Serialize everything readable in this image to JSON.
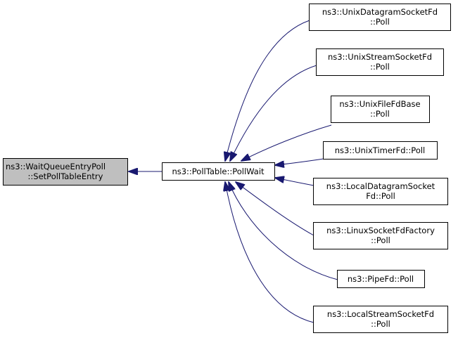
{
  "diagram": {
    "colors": {
      "edge": "#191970",
      "node_border": "#000000",
      "node_fill": "#ffffff",
      "highlight_fill": "#bfbfbf",
      "background": "#ffffff"
    },
    "nodes": {
      "wait_queue": {
        "lines": [
          "ns3::WaitQueueEntryPoll",
          "::SetPollTableEntry"
        ],
        "highlighted": true
      },
      "poll_wait": {
        "lines": [
          "ns3::PollTable::PollWait"
        ],
        "highlighted": false
      },
      "unix_datagram": {
        "lines": [
          "ns3::UnixDatagramSocketFd",
          "::Poll"
        ],
        "highlighted": false
      },
      "unix_stream": {
        "lines": [
          "ns3::UnixStreamSocketFd",
          "::Poll"
        ],
        "highlighted": false
      },
      "unix_file": {
        "lines": [
          "ns3::UnixFileFdBase",
          "::Poll"
        ],
        "highlighted": false
      },
      "unix_timer": {
        "lines": [
          "ns3::UnixTimerFd::Poll"
        ],
        "highlighted": false
      },
      "local_datagram": {
        "lines": [
          "ns3::LocalDatagramSocket",
          "Fd::Poll"
        ],
        "highlighted": false
      },
      "linux_factory": {
        "lines": [
          "ns3::LinuxSocketFdFactory",
          "::Poll"
        ],
        "highlighted": false
      },
      "pipe": {
        "lines": [
          "ns3::PipeFd::Poll"
        ],
        "highlighted": false
      },
      "local_stream": {
        "lines": [
          "ns3::LocalStreamSocketFd",
          "::Poll"
        ],
        "highlighted": false
      }
    },
    "edges": [
      {
        "from": "poll_wait",
        "to": "wait_queue"
      },
      {
        "from": "unix_datagram",
        "to": "poll_wait"
      },
      {
        "from": "unix_stream",
        "to": "poll_wait"
      },
      {
        "from": "unix_file",
        "to": "poll_wait"
      },
      {
        "from": "unix_timer",
        "to": "poll_wait"
      },
      {
        "from": "local_datagram",
        "to": "poll_wait"
      },
      {
        "from": "linux_factory",
        "to": "poll_wait"
      },
      {
        "from": "pipe",
        "to": "poll_wait"
      },
      {
        "from": "local_stream",
        "to": "poll_wait"
      }
    ]
  }
}
